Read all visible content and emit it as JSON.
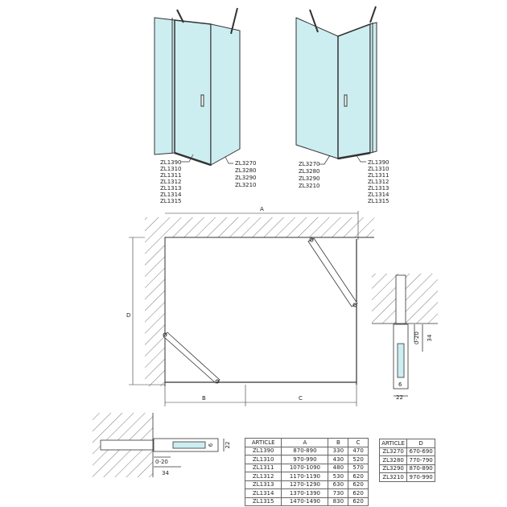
{
  "left_view_labels": {
    "front": [
      "ZL1390",
      "ZL1310",
      "ZL1311",
      "ZL1312",
      "ZL1313",
      "ZL1314",
      "ZL1315"
    ],
    "side": [
      "ZL3270",
      "ZL3280",
      "ZL3290",
      "ZL3210"
    ]
  },
  "right_view_labels": {
    "side": [
      "ZL3270",
      "ZL3280",
      "ZL3290",
      "ZL3210"
    ],
    "front": [
      "ZL1390",
      "ZL1310",
      "ZL1311",
      "ZL1312",
      "ZL1313",
      "ZL1314",
      "ZL1315"
    ]
  },
  "plan": {
    "dim_a": "A",
    "dim_b": "B",
    "dim_c": "C",
    "dim_d": "D"
  },
  "detail_vertical": {
    "gap": "0-20",
    "depth": "34",
    "glass": "6",
    "width": "22"
  },
  "detail_horizontal": {
    "gap": "0-20",
    "depth": "34",
    "glass": "6",
    "width": "22"
  },
  "table_abc": {
    "headers": [
      "ARTICLE",
      "A",
      "B",
      "C"
    ],
    "rows": [
      [
        "ZL1390",
        "870-890",
        "330",
        "470"
      ],
      [
        "ZL1310",
        "970-990",
        "430",
        "520"
      ],
      [
        "ZL1311",
        "1070-1090",
        "480",
        "570"
      ],
      [
        "ZL1312",
        "1170-1190",
        "530",
        "620"
      ],
      [
        "ZL1313",
        "1270-1290",
        "630",
        "620"
      ],
      [
        "ZL1314",
        "1370-1390",
        "730",
        "620"
      ],
      [
        "ZL1315",
        "1470-1490",
        "830",
        "620"
      ]
    ]
  },
  "table_d": {
    "headers": [
      "ARTICLE",
      "D"
    ],
    "rows": [
      [
        "ZL3270",
        "670-690"
      ],
      [
        "ZL3280",
        "770-790"
      ],
      [
        "ZL3290",
        "870-890"
      ],
      [
        "ZL3210",
        "970-990"
      ]
    ]
  },
  "colors": {
    "glass": "#cdeef0",
    "line": "#333333"
  }
}
